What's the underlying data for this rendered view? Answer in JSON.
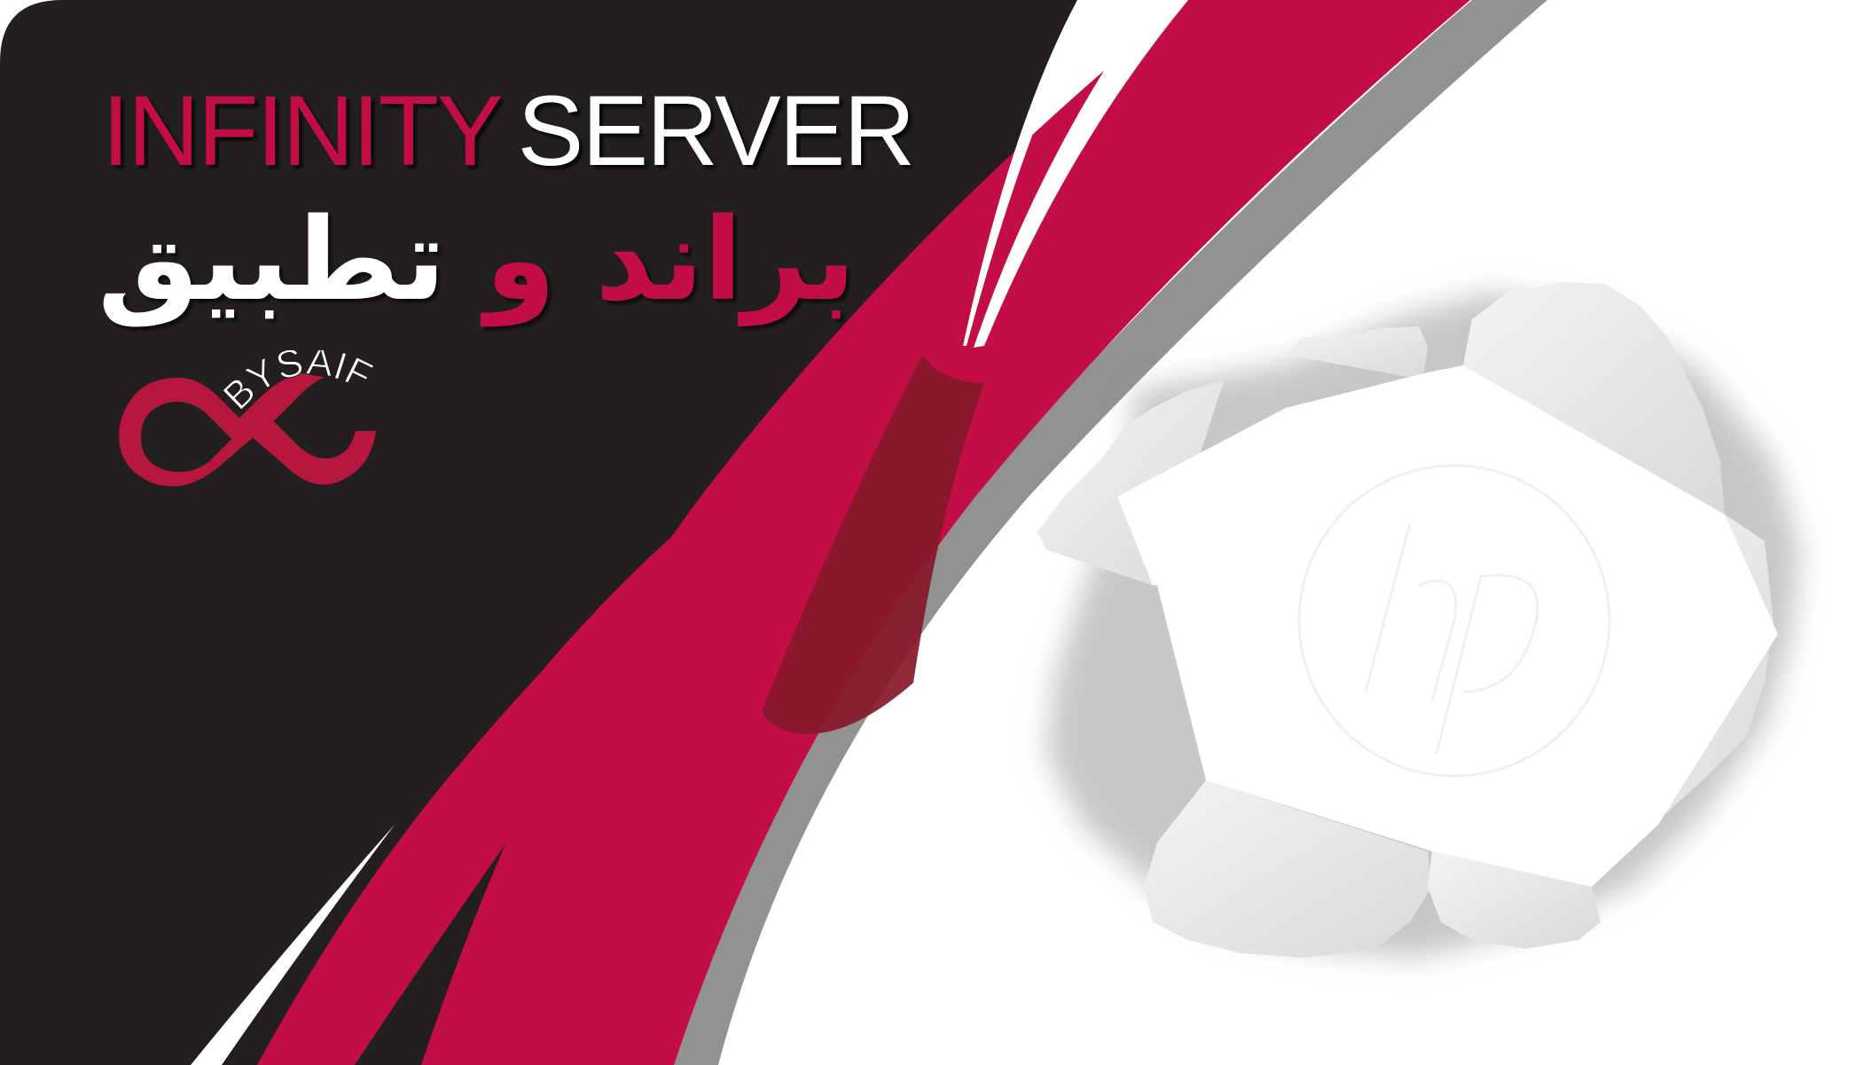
{
  "brand": {
    "title_part1": "INFINITY",
    "title_part2": "SERVER",
    "arabic_word1": "براند",
    "arabic_word2": "و",
    "arabic_word3": "تطبيق",
    "logo_text": "BYSAIF",
    "logo_icon": "infinity-icon"
  },
  "watermark": {
    "icon": "hp-logo-icon",
    "text": "hp"
  },
  "colors": {
    "dark": "#231f20",
    "crimson": "#c30d45",
    "maroon": "#86182a",
    "gray": "#929292",
    "white": "#ffffff"
  }
}
